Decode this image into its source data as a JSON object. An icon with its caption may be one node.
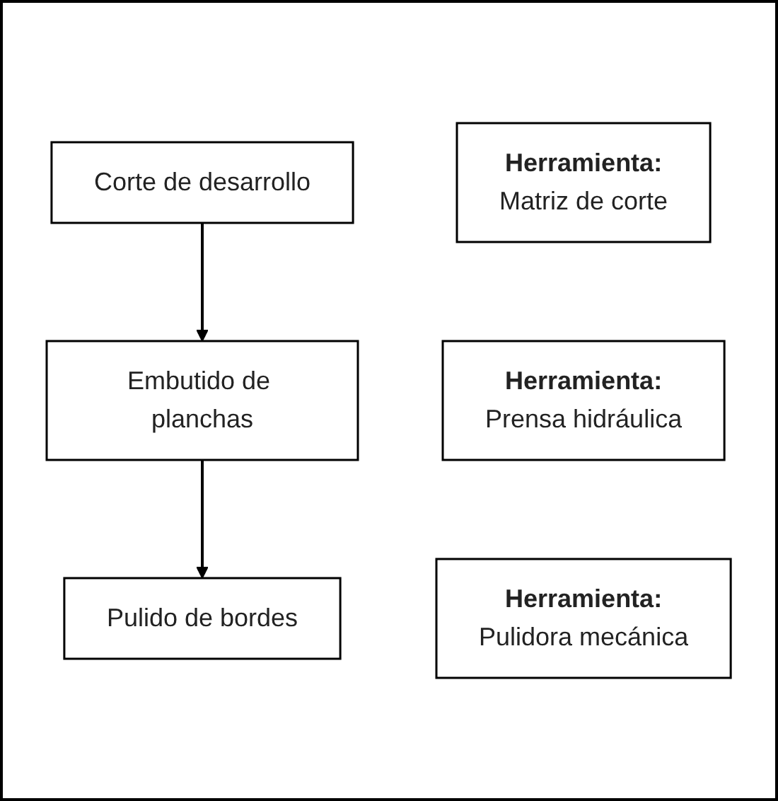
{
  "diagram": {
    "nodes": [
      {
        "text": [
          "Corte de desarrollo"
        ]
      },
      {
        "text": [
          "Herramienta:",
          "Matriz de corte"
        ]
      },
      {
        "text": [
          "Embutido de planchas"
        ]
      },
      {
        "text": [
          "Herramienta:",
          "Prensa hidráulica"
        ]
      },
      {
        "text": [
          "Pulido de bordes"
        ]
      },
      {
        "text": [
          "Herramienta:",
          "Pulidora mecánica"
        ]
      }
    ],
    "edges": [
      {
        "from": 0,
        "to": 2,
        "arrow": "to"
      },
      {
        "from": 2,
        "to": 4,
        "arrow": "to"
      }
    ]
  }
}
